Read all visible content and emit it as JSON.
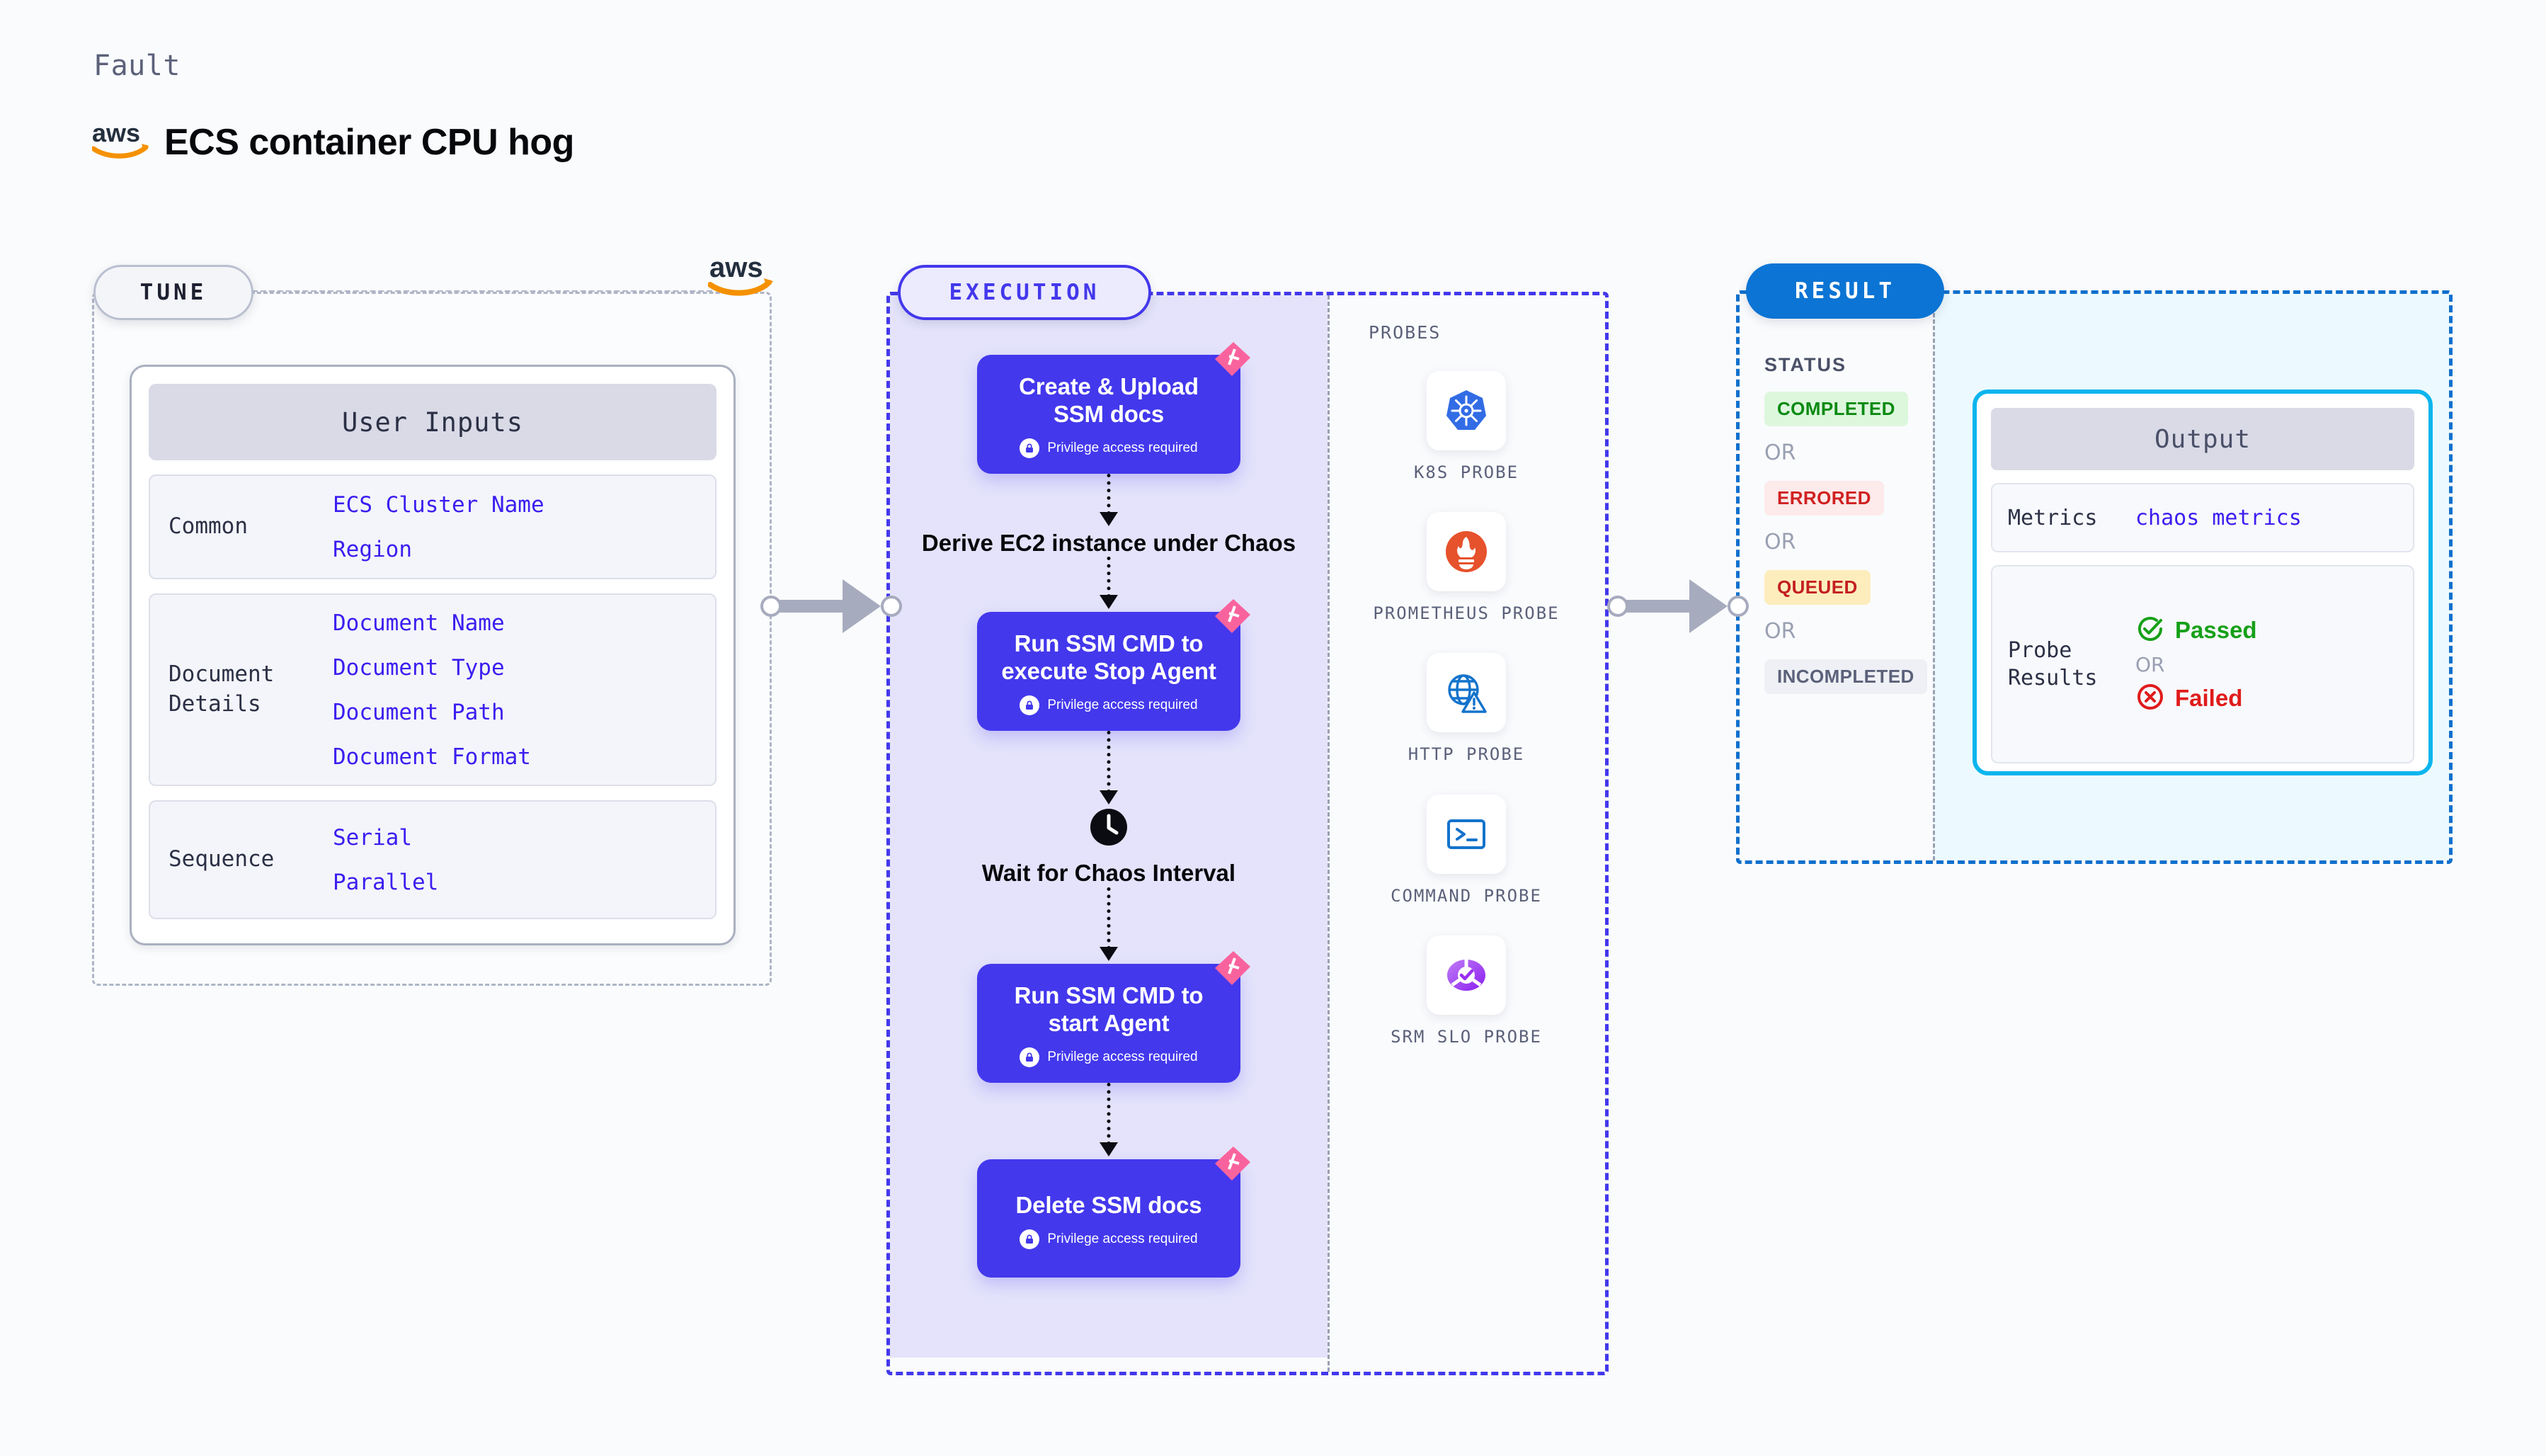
{
  "header": {
    "kicker": "Fault",
    "title": "ECS container CPU hog",
    "provider_logo": "aws-logo"
  },
  "tune": {
    "tag": "TUNE",
    "provider_logo": "aws-logo",
    "card": {
      "title": "User Inputs",
      "sections": [
        {
          "label": "Common",
          "values": [
            "ECS Cluster Name",
            "Region"
          ]
        },
        {
          "label": "Document\nDetails",
          "values": [
            "Document Name",
            "Document Type",
            "Document Path",
            "Document Format"
          ]
        },
        {
          "label": "Sequence",
          "values": [
            "Serial",
            "Parallel"
          ]
        }
      ]
    }
  },
  "execution": {
    "tag": "EXECUTION",
    "steps": [
      {
        "type": "card",
        "title": "Create & Upload SSM docs",
        "note": "Privilege access required",
        "badge": "litmus-ribbon-icon"
      },
      {
        "type": "plain",
        "title": "Derive EC2 instance under Chaos",
        "icon": ""
      },
      {
        "type": "card",
        "title": "Run SSM CMD to execute Stop Agent",
        "note": "Privilege access required",
        "badge": "litmus-ribbon-icon"
      },
      {
        "type": "plain",
        "title": "Wait for Chaos Interval",
        "icon": "clock-icon"
      },
      {
        "type": "card",
        "title": "Run SSM CMD to start Agent",
        "note": "Privilege access required",
        "badge": "litmus-ribbon-icon"
      },
      {
        "type": "card",
        "title": "Delete SSM docs",
        "note": "Privilege access required",
        "badge": "litmus-ribbon-icon"
      }
    ],
    "probes": {
      "title": "PROBES",
      "items": [
        {
          "label": "K8S PROBE",
          "icon": "kubernetes-icon"
        },
        {
          "label": "PROMETHEUS PROBE",
          "icon": "prometheus-icon"
        },
        {
          "label": "HTTP PROBE",
          "icon": "http-globe-warning-icon"
        },
        {
          "label": "COMMAND PROBE",
          "icon": "terminal-icon"
        },
        {
          "label": "SRM SLO PROBE",
          "icon": "srm-slo-icon"
        }
      ]
    }
  },
  "result": {
    "tag": "RESULT",
    "status": {
      "title": "STATUS",
      "or_label": "OR",
      "badges": [
        {
          "text": "COMPLETED",
          "bg": "#ddf7dd",
          "fg": "#0b8a12"
        },
        {
          "text": "ERRORED",
          "bg": "#fdeaea",
          "fg": "#d02121"
        },
        {
          "text": "QUEUED",
          "bg": "#fdedbd",
          "fg": "#c42020"
        },
        {
          "text": "INCOMPLETED",
          "bg": "#eff0f5",
          "fg": "#5b617a"
        }
      ]
    },
    "output": {
      "title": "Output",
      "metrics_label": "Metrics",
      "metrics_value": "chaos metrics",
      "probe_results_label": "Probe Results",
      "or_label": "OR",
      "passed": "Passed",
      "failed": "Failed"
    }
  },
  "colors": {
    "brand_purple": "#4338ec",
    "result_blue": "#0b74d4",
    "output_cyan": "#0cb5ed",
    "ribbon_pink": "#f9639d",
    "aws_orange": "#f59100",
    "pass_green": "#16a018",
    "fail_red": "#e01b1b"
  }
}
